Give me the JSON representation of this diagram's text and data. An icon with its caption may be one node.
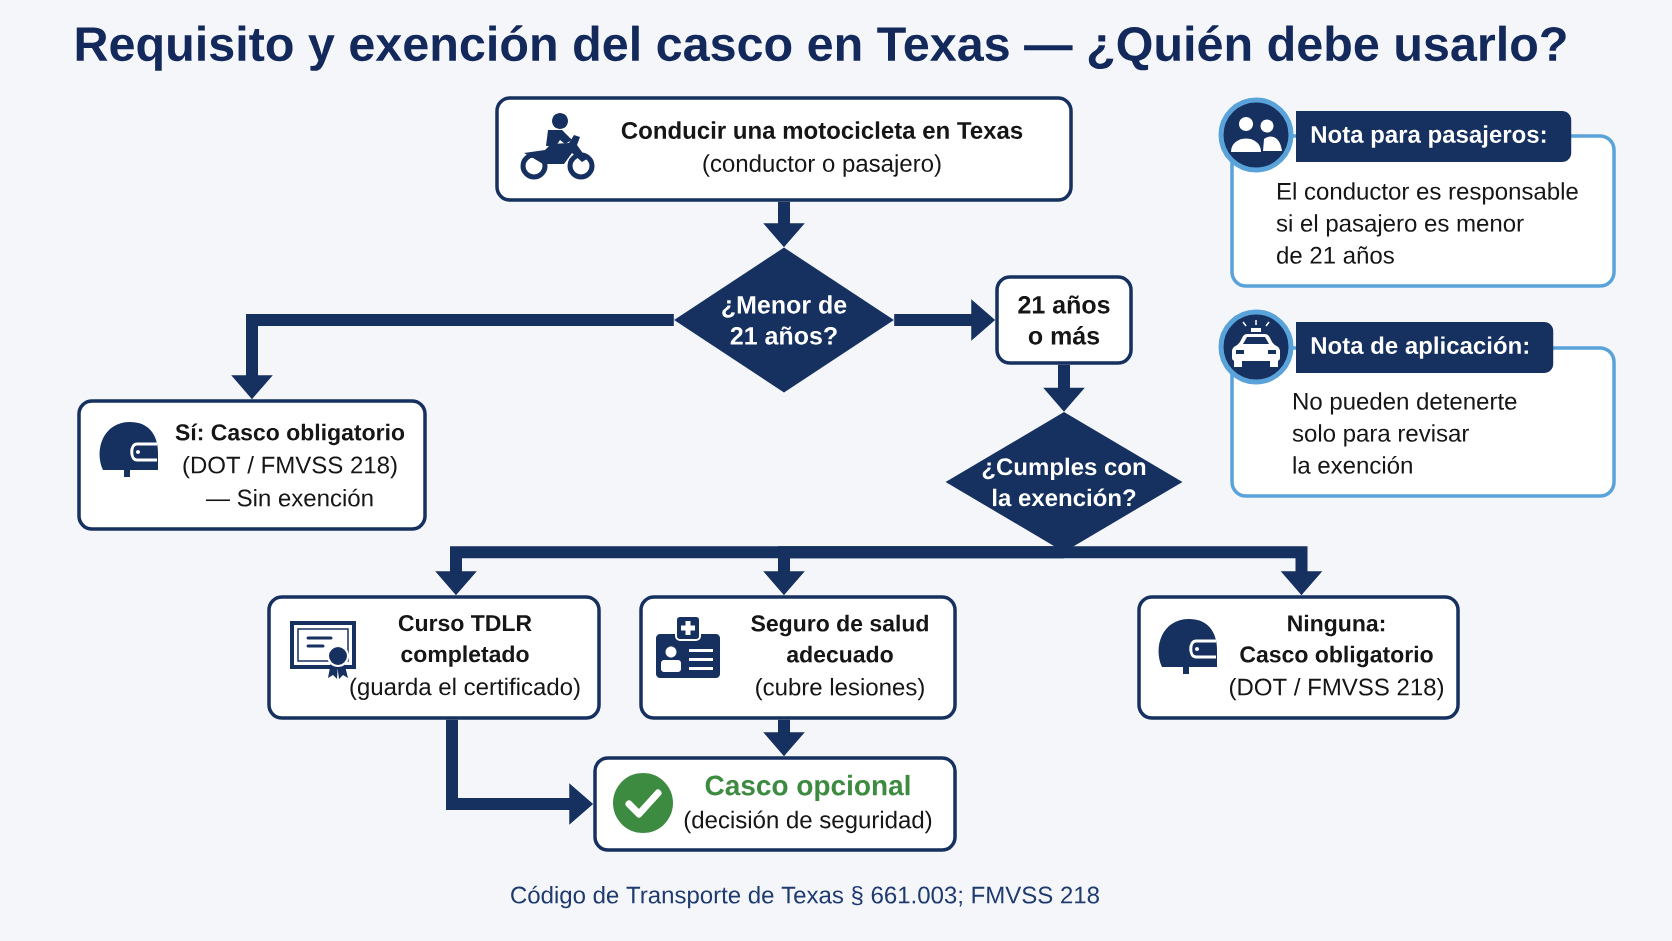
{
  "diagram": {
    "title": "Requisito y exención del casco en Texas — ¿Quién debe usarlo?",
    "caption": "Código de Transporte de Texas § 661.003; FMVSS 218",
    "nodes": [
      {
        "text": [
          "Conducir una motocicleta en Texas",
          "(conductor o pasajero)"
        ]
      },
      {
        "text": [
          "¿Menor de 21 años?"
        ]
      },
      {
        "text": [
          "21 años o más"
        ]
      },
      {
        "text": [
          "Sí: Casco obligatorio",
          "(DOT / FMVSS 218) — Sin exención"
        ]
      },
      {
        "text": [
          "¿Cumples con la exención?"
        ]
      },
      {
        "text": [
          "Curso TDLR completado",
          "(guarda el certificado)"
        ]
      },
      {
        "text": [
          "Seguro de salud adecuado",
          "(cubre lesiones)"
        ]
      },
      {
        "text": [
          "Ninguna: Casco obligatorio",
          "(DOT / FMVSS 218)"
        ]
      },
      {
        "text": [
          "Casco opcional",
          "(decisión de seguridad)"
        ]
      },
      {
        "text": [
          "Nota para pasajeros:",
          "El conductor es responsable si el pasajero es menor de 21 años"
        ]
      },
      {
        "text": [
          "Nota de aplicación:",
          "No pueden detenerte solo para revisar la exención"
        ]
      }
    ],
    "edges": [
      {
        "from": 0,
        "to": 1,
        "arrow": "to"
      },
      {
        "from": 1,
        "to": 3,
        "arrow": "to"
      },
      {
        "from": 1,
        "to": 2,
        "arrow": "to"
      },
      {
        "from": 2,
        "to": 4,
        "arrow": "to"
      },
      {
        "from": 4,
        "to": 5,
        "arrow": "to"
      },
      {
        "from": 4,
        "to": 6,
        "arrow": "to"
      },
      {
        "from": 4,
        "to": 7,
        "arrow": "to"
      },
      {
        "from": 6,
        "to": 8,
        "arrow": "to"
      },
      {
        "from": 5,
        "to": 8,
        "arrow": "to"
      }
    ]
  }
}
